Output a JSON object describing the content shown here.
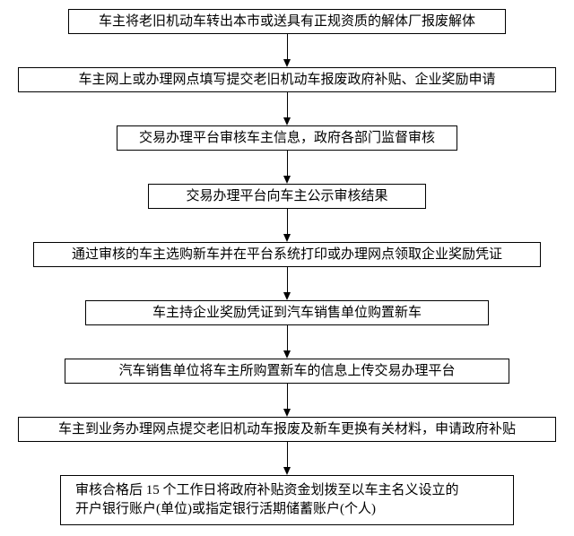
{
  "diagram": {
    "type": "flowchart",
    "direction": "top-to-bottom",
    "box_border_color": "#000000",
    "box_background_color": "#ffffff",
    "arrow_color": "#000000"
  },
  "steps": [
    {
      "text": "车主将老旧机动车转出本市或送具有正规资质的解体厂报废解体"
    },
    {
      "text": "车主网上或办理网点填写提交老旧机动车报废政府补贴、企业奖励申请"
    },
    {
      "text": "交易办理平台审核车主信息，政府各部门监督审核"
    },
    {
      "text": "交易办理平台向车主公示审核结果"
    },
    {
      "text": "通过审核的车主选购新车并在平台系统打印或办理网点领取企业奖励凭证"
    },
    {
      "text": "车主持企业奖励凭证到汽车销售单位购置新车"
    },
    {
      "text": "汽车销售单位将车主所购置新车的信息上传交易办理平台"
    },
    {
      "text": "车主到业务办理网点提交老旧机动车报废及新车更换有关材料，申请政府补贴"
    },
    {
      "text": "审核合格后 15 个工作日将政府补贴资金划拨至以车主名义设立的\n开户银行账户(单位)或指定银行活期储蓄账户(个人)"
    }
  ]
}
